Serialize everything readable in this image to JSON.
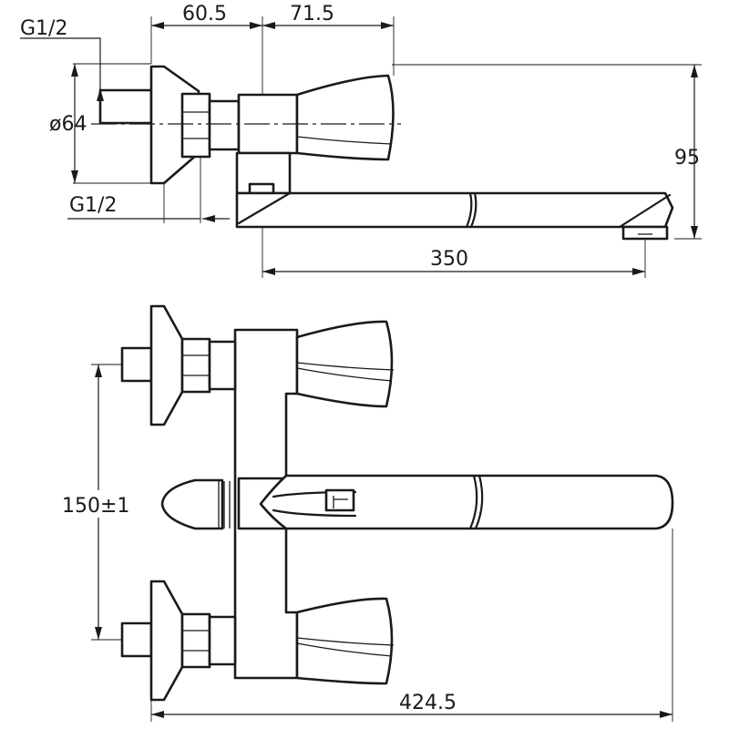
{
  "labels": {
    "thread_top": "G1/2",
    "dim_a": "60.5",
    "dim_b": "71.5",
    "diameter": "ø64",
    "height": "95",
    "thread_bottom": "G1/2",
    "spout_reach": "350",
    "centers": "150±1",
    "overall_length": "424.5"
  },
  "colors": {
    "line": "#1a1a1a",
    "background": "#ffffff"
  }
}
